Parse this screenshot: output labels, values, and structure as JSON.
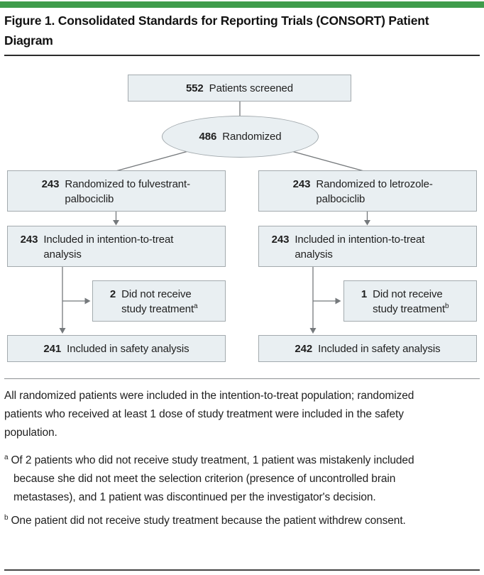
{
  "figure": {
    "title": "Figure 1. Consolidated Standards for Reporting Trials (CONSORT) Patient Diagram"
  },
  "diagram": {
    "screened": {
      "n": "552",
      "label": "Patients screened"
    },
    "randomized": {
      "n": "486",
      "label": "Randomized"
    },
    "arms": {
      "left": {
        "randomized_to": {
          "n": "243",
          "label": "Randomized to fulvestrant-palbociclib"
        },
        "itt": {
          "n": "243",
          "label": "Included in intention-to-treat analysis"
        },
        "not_treated": {
          "n": "2",
          "label": "Did not receive study treatment",
          "footnote_marker": "a"
        },
        "safety": {
          "n": "241",
          "label": "Included in safety analysis"
        }
      },
      "right": {
        "randomized_to": {
          "n": "243",
          "label": "Randomized to letrozole-palbociclib"
        },
        "itt": {
          "n": "243",
          "label": "Included in intention-to-treat analysis"
        },
        "not_treated": {
          "n": "1",
          "label": "Did not receive study treatment",
          "footnote_marker": "b"
        },
        "safety": {
          "n": "242",
          "label": "Included in safety analysis"
        }
      }
    }
  },
  "footnotes": {
    "general": "All randomized patients were included in the intention-to-treat population; randomized patients who received at least 1 dose of study treatment were included in the safety population.",
    "items": [
      {
        "marker": "a",
        "text": "Of 2 patients who did not receive study treatment, 1 patient was mistakenly included because she did not meet the selection criterion (presence of uncontrolled brain metastases), and 1 patient was discontinued per the investigator's decision."
      },
      {
        "marker": "b",
        "text": "One patient did not receive study treatment because the patient withdrew consent."
      }
    ]
  },
  "colors": {
    "accent_green": "#3f9c4b",
    "box_fill": "#e9eff2",
    "box_border": "#a3aaae",
    "connector": "#75797c",
    "text": "#1f1f1f"
  }
}
